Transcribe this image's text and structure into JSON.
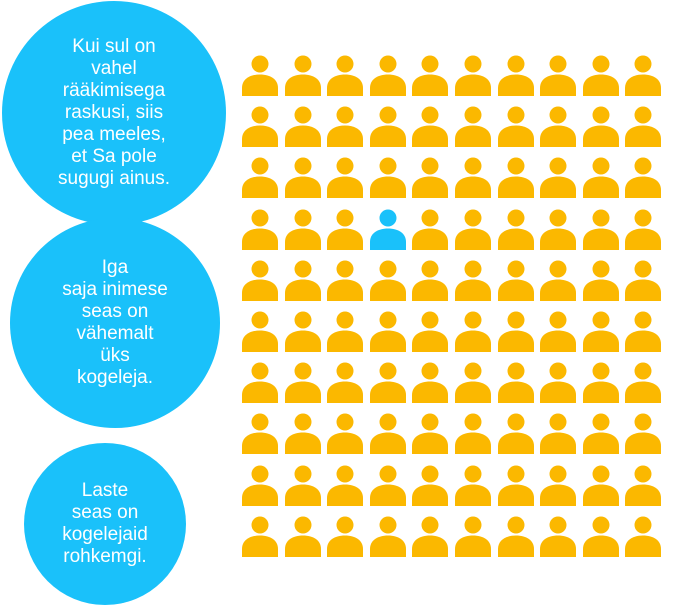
{
  "colors": {
    "bubble": "#1ac1fa",
    "person": "#fbb800",
    "highlight": "#1ac1fa"
  },
  "bubbles": [
    {
      "text": "Kui sul on\nvahel\nrääkimisega\nraskusi, siis\npea meeles,\net Sa pole\nsugugi ainus."
    },
    {
      "text": "Iga\nsaja inimese\nseas on\nvähemalt\nüks\nkogeleja."
    },
    {
      "text": "Laste\nseas on\nkogelejaid\nrohkemgi."
    }
  ],
  "grid": {
    "rows": 10,
    "cols": 10,
    "highlight": {
      "row": 4,
      "col": 4
    },
    "icon": "person-icon"
  }
}
